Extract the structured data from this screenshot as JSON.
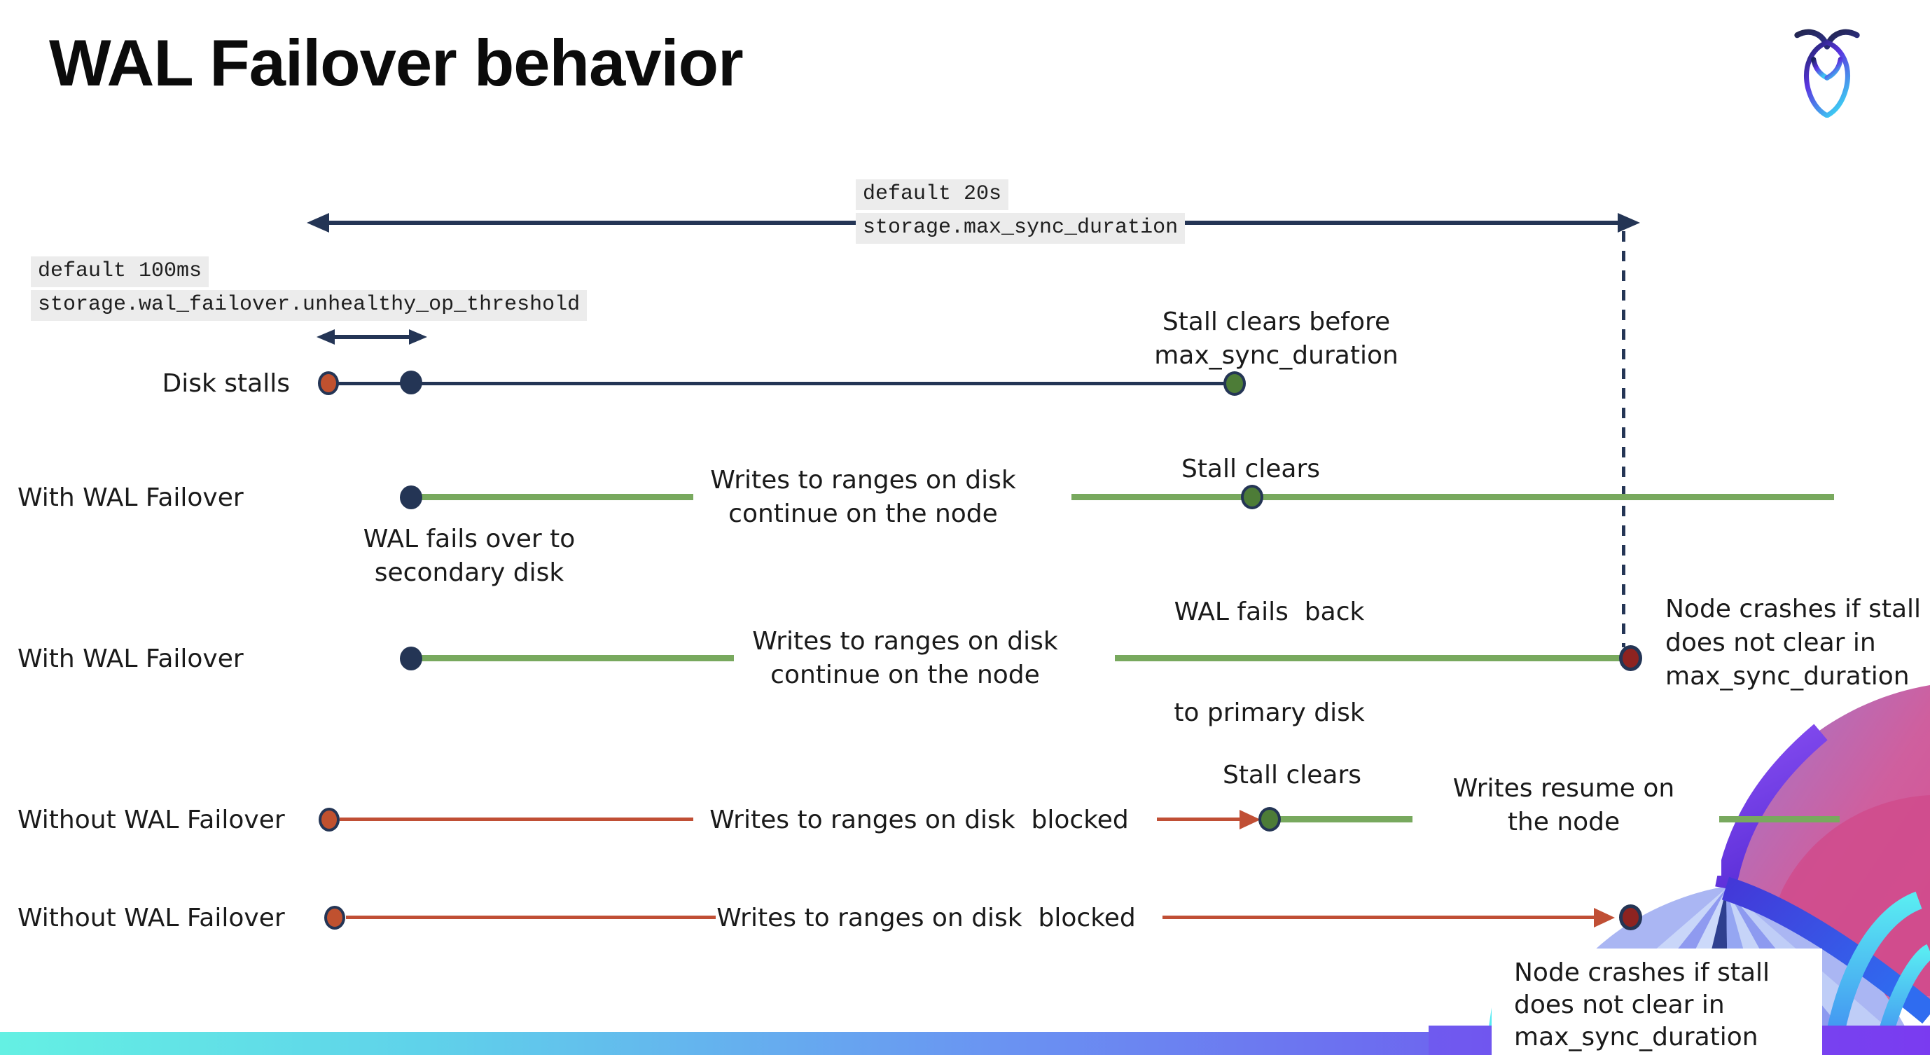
{
  "title": "WAL Failover behavior",
  "logo": {
    "name": "cockroachdb-mark"
  },
  "config_labels": {
    "max_sync_duration": {
      "default_value": "default 20s",
      "setting": "storage.max_sync_duration"
    },
    "unhealthy_op_threshold": {
      "default_value": "default 100ms",
      "setting": "storage.wal_failover.unhealthy_op_threshold"
    }
  },
  "row_labels": {
    "disk_stalls": "Disk stalls",
    "with_wal": "With WAL Failover",
    "without_wal": "Without WAL Failover"
  },
  "annotations": {
    "stall_clears_before_line1": "Stall clears before",
    "stall_clears_before_line2": "max_sync_duration",
    "writes_continue_line1": "Writes to ranges on disk",
    "writes_continue_line2": "continue on the node",
    "wal_fails_over_line1": "WAL fails over to",
    "wal_fails_over_line2": "secondary disk",
    "stall_clears": "Stall clears",
    "wal_fails_back_line1": "WAL fails  back",
    "wal_fails_back_line2": "to primary disk",
    "node_crashes_line1": "Node crashes if stall",
    "node_crashes_line2": "does not clear in",
    "node_crashes_line3": "max_sync_duration",
    "writes_blocked": "Writes to ranges on disk  blocked",
    "writes_resume_line1": "Writes resume on",
    "writes_resume_line2": "the node"
  },
  "colors": {
    "navy": "#243555",
    "green_line": "#78a95e",
    "green_dot": "#4d7c37",
    "red_line": "#c04f35",
    "red_dot": "#c0512f",
    "maroon_dot": "#8e2320",
    "code_label_bg": "#ececec",
    "footer_gradient_left": "#64f0e3",
    "footer_gradient_mid": "#6a93f2",
    "footer_gradient_right": "#7440ee"
  }
}
